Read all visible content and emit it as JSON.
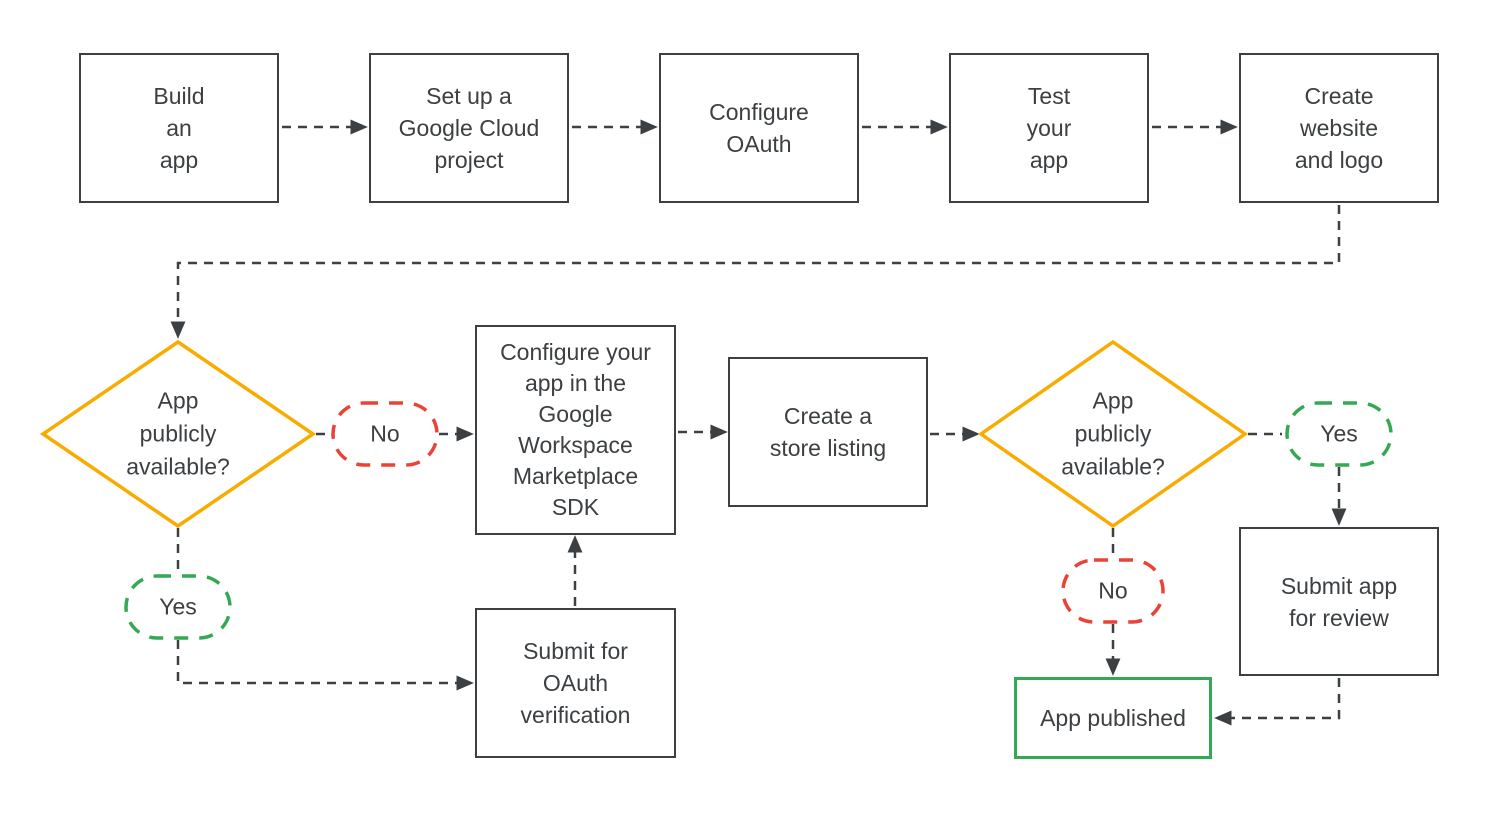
{
  "colors": {
    "outline": "#3c4043",
    "text": "#3c4043",
    "connector": "#3c4043",
    "decision_outline": "#f9ab00",
    "yes_outline": "#34a853",
    "no_outline": "#ea4335",
    "published_outline": "#34a853",
    "background": "#ffffff"
  },
  "nodes": {
    "build_app": {
      "label": "Build\nan\napp"
    },
    "setup_project": {
      "label": "Set up a\nGoogle Cloud\nproject"
    },
    "configure_oauth": {
      "label": "Configure\nOAuth"
    },
    "test_app": {
      "label": "Test\nyour\napp"
    },
    "create_website": {
      "label": "Create\nwebsite\nand logo"
    },
    "configure_sdk": {
      "label": "Configure your\napp in the\nGoogle\nWorkspace\nMarketplace\nSDK"
    },
    "store_listing": {
      "label": "Create a\nstore listing"
    },
    "submit_oauth": {
      "label": "Submit for\nOAuth\nverification"
    },
    "submit_review": {
      "label": "Submit app\nfor review"
    },
    "app_published": {
      "label": "App published"
    }
  },
  "decisions": {
    "first": {
      "label": "App\npublicly\navailable?"
    },
    "second": {
      "label": "App\npublicly\navailable?"
    }
  },
  "branch_labels": {
    "first_no": "No",
    "first_yes": "Yes",
    "second_yes": "Yes",
    "second_no": "No"
  }
}
